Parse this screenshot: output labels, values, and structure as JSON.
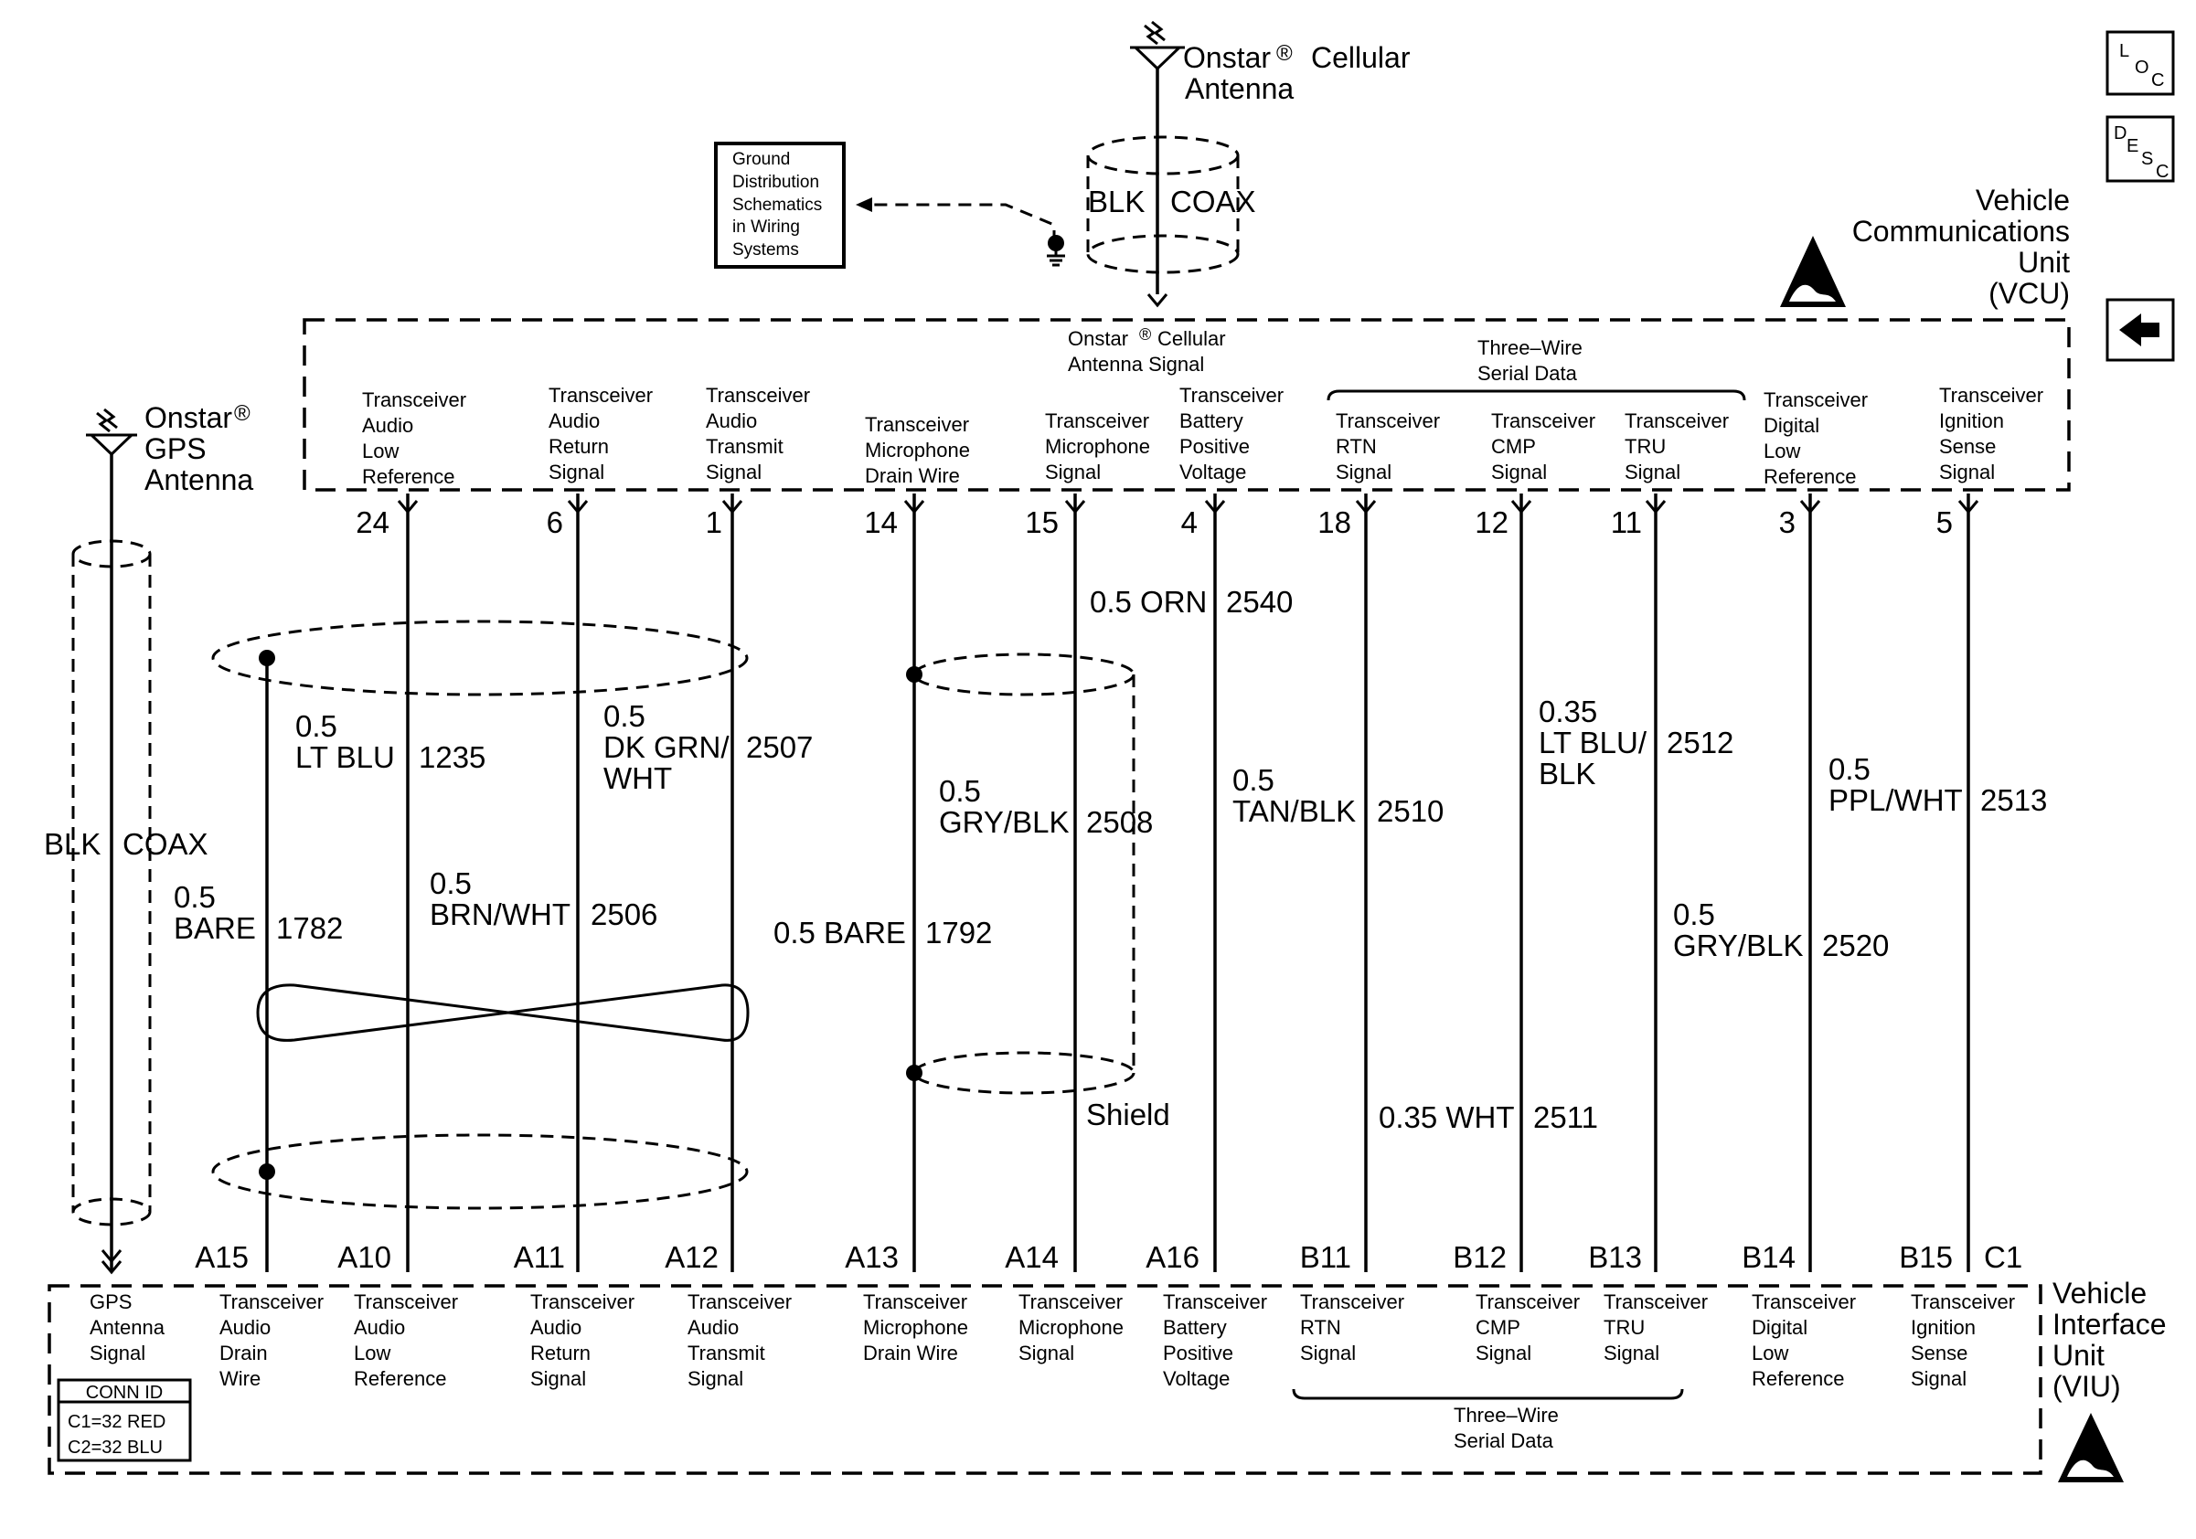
{
  "side_buttons": {
    "loc": [
      "L",
      "O",
      "C"
    ],
    "desc": [
      "D",
      "E",
      "S",
      "C"
    ],
    "back": "back-arrow-icon"
  },
  "antennas": {
    "cellular": [
      "Onstar",
      "®",
      "Cellular",
      "Antenna"
    ],
    "gps": [
      "Onstar",
      "®",
      "GPS",
      "Antenna"
    ]
  },
  "ground_box": [
    "Ground",
    "Distribution",
    "Schematics",
    "in Wiring",
    "Systems"
  ],
  "coax_top": {
    "color": "BLK",
    "type": "COAX"
  },
  "coax_left": {
    "color": "BLK",
    "type": "COAX"
  },
  "vcu": {
    "title": [
      "Vehicle",
      "Communications",
      "Unit",
      "(VCU)"
    ],
    "cell_signal": [
      "Onstar",
      "®",
      "Cellular",
      "Antenna Signal"
    ],
    "three_wire": [
      "Three–Wire",
      "Serial Data"
    ],
    "labels": [
      [
        "Transceiver",
        "Audio",
        "Low",
        "Reference"
      ],
      [
        "Transceiver",
        "Audio",
        "Return",
        "Signal"
      ],
      [
        "Transceiver",
        "Audio",
        "Transmit",
        "Signal"
      ],
      [
        "Transceiver",
        "Microphone",
        "Drain Wire"
      ],
      [
        "Transceiver",
        "Microphone",
        "Signal"
      ],
      [
        "Transceiver",
        "Battery",
        "Positive",
        "Voltage"
      ],
      [
        "Transceiver",
        "RTN",
        "Signal"
      ],
      [
        "Transceiver",
        "CMP",
        "Signal"
      ],
      [
        "Transceiver",
        "TRU",
        "Signal"
      ],
      [
        "Transceiver",
        "Digital",
        "Low",
        "Reference"
      ],
      [
        "Transceiver",
        "Ignition",
        "Sense",
        "Signal"
      ]
    ],
    "pins": [
      "24",
      "6",
      "1",
      "14",
      "15",
      "4",
      "18",
      "12",
      "11",
      "3",
      "5"
    ]
  },
  "viu": {
    "title": [
      "Vehicle",
      "Interface",
      "Unit",
      "(VIU)"
    ],
    "three_wire": [
      "Three–Wire",
      "Serial Data"
    ],
    "pins": [
      "A15",
      "A10",
      "A11",
      "A12",
      "A13",
      "A14",
      "A16",
      "B11",
      "B12",
      "B13",
      "B14",
      "B15",
      "C1"
    ],
    "labels": [
      [
        "GPS",
        "Antenna",
        "Signal"
      ],
      [
        "Transceiver",
        "Audio",
        "Drain",
        "Wire"
      ],
      [
        "Transceiver",
        "Audio",
        "Low",
        "Reference"
      ],
      [
        "Transceiver",
        "Audio",
        "Return",
        "Signal"
      ],
      [
        "Transceiver",
        "Audio",
        "Transmit",
        "Signal"
      ],
      [
        "Transceiver",
        "Microphone",
        "Drain Wire"
      ],
      [
        "Transceiver",
        "Microphone",
        "Signal"
      ],
      [
        "Transceiver",
        "Battery",
        "Positive",
        "Voltage"
      ],
      [
        "Transceiver",
        "RTN",
        "Signal"
      ],
      [
        "Transceiver",
        "CMP",
        "Signal"
      ],
      [
        "Transceiver",
        "TRU",
        "Signal"
      ],
      [
        "Transceiver",
        "Digital",
        "Low",
        "Reference"
      ],
      [
        "Transceiver",
        "Ignition",
        "Sense",
        "Signal"
      ]
    ]
  },
  "conn_id": {
    "title": "CONN ID",
    "c1": "C1=32 RED",
    "c2": "C2=32 BLU"
  },
  "wires": {
    "w1235": [
      "0.5",
      "LT BLU",
      "1235"
    ],
    "w2507": [
      "0.5",
      "DK GRN/",
      "WHT",
      "2507"
    ],
    "w1782": [
      "0.5",
      "BARE",
      "1782"
    ],
    "w2506": [
      "0.5",
      "BRN/WHT",
      "2506"
    ],
    "w1792": [
      "0.5 BARE",
      "1792"
    ],
    "w2508": [
      "0.5",
      "GRY/BLK",
      "2508"
    ],
    "w2540": [
      "0.5 ORN",
      "2540"
    ],
    "w2510": [
      "0.5",
      "TAN/BLK",
      "2510"
    ],
    "w2512": [
      "0.35",
      "LT BLU/",
      "BLK",
      "2512"
    ],
    "w2520": [
      "0.5",
      "GRY/BLK",
      "2520"
    ],
    "w2513": [
      "0.5",
      "PPL/WHT",
      "2513"
    ],
    "w2511": [
      "0.35 WHT",
      "2511"
    ],
    "shield": "Shield"
  }
}
